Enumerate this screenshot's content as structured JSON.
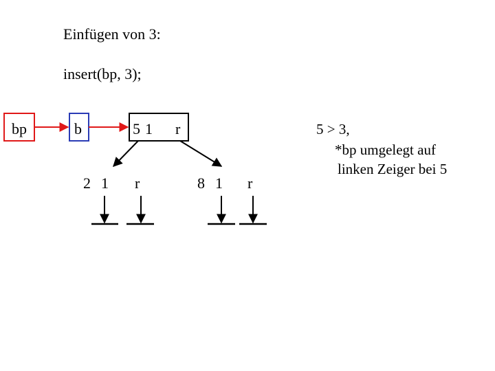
{
  "slide": {
    "title": "Einfügen von 3:",
    "code": "insert(bp, 3);"
  },
  "pointers": {
    "bp_label": "bp",
    "b_label": "b"
  },
  "nodes": {
    "root": {
      "key": "5",
      "count": "1",
      "right_label": "r"
    },
    "left_child": {
      "key": "2",
      "count": "1",
      "right_label": "r"
    },
    "right_child": {
      "key": "8",
      "count": "1",
      "right_label": "r"
    }
  },
  "note": {
    "line1": "5 > 3,",
    "line2": "*bp umgelegt auf",
    "line3": "linken Zeiger bei 5"
  },
  "colors": {
    "bp_arrow": "#e01818",
    "b_box_border": "#2a3bb5",
    "structure": "#000000"
  }
}
